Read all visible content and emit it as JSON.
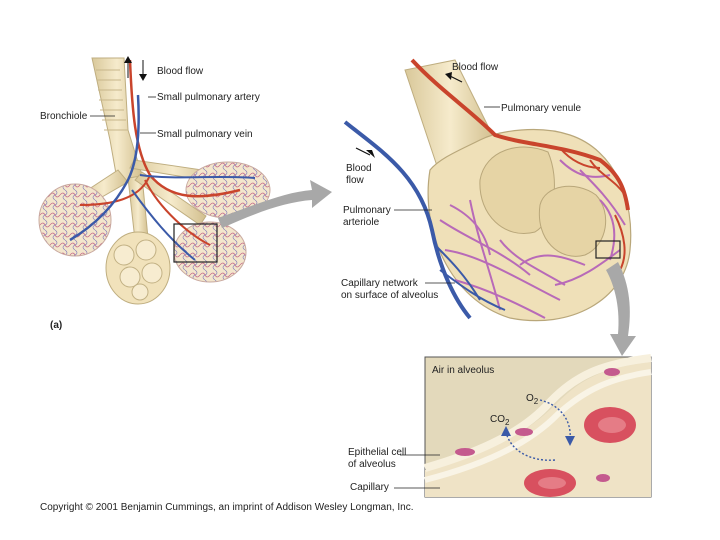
{
  "panel_a": {
    "label": "(a)",
    "labels": {
      "blood_flow": "Blood flow",
      "small_pulmonary_artery": "Small pulmonary artery",
      "bronchiole": "Bronchiole",
      "small_pulmonary_vein": "Small pulmonary vein"
    }
  },
  "panel_b": {
    "labels": {
      "blood_flow_top": "Blood flow",
      "pulmonary_venule": "Pulmonary venule",
      "blood_flow_left_1": "Blood",
      "blood_flow_left_2": "flow",
      "pulmonary_arteriole_1": "Pulmonary",
      "pulmonary_arteriole_2": "arteriole",
      "capillary_network_1": "Capillary network",
      "capillary_network_2": "on surface of alveolus"
    }
  },
  "panel_c": {
    "labels": {
      "air_in_alveolus": "Air in alveolus",
      "o2": "O",
      "o2_sub": "2",
      "co2": "CO",
      "co2_sub": "2",
      "epithelial_cell_1": "Epithelial cell",
      "epithelial_cell_2": "of alveolus",
      "capillary": "Capillary"
    }
  },
  "copyright": "Copyright © 2001 Benjamin Cummings, an imprint of Addison Wesley Longman, Inc.",
  "colors": {
    "artery_red": "#c9442c",
    "vein_blue": "#3b5aa8",
    "capillary_purple": "#b86ab8",
    "tissue_cream": "#efe0b8",
    "tissue_outline": "#b9a77a",
    "arrow_gray": "#a8a8a8",
    "rbc_red": "#d8505f",
    "alveolus_bg": "#e3d9bb"
  }
}
